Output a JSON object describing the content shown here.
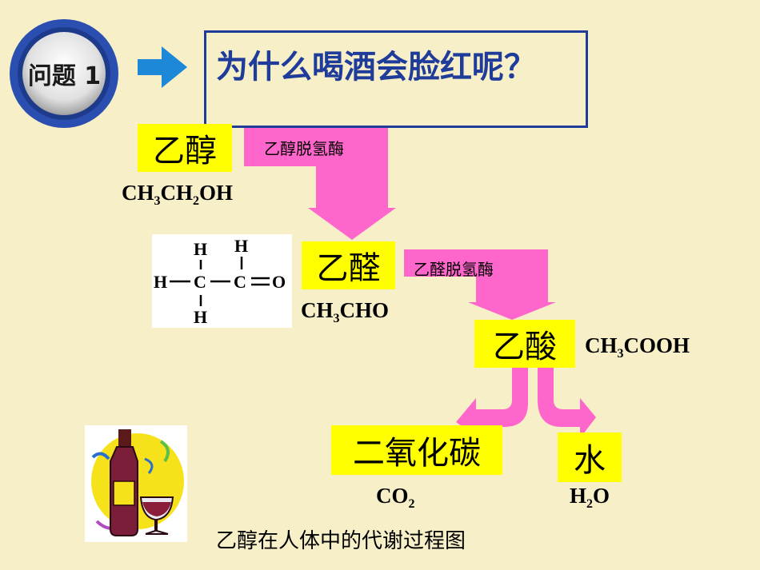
{
  "badge": {
    "label": "问题 1"
  },
  "title": "为什么喝酒会脸红呢？",
  "ethanol": {
    "name": "乙醇",
    "formula_parts": [
      "CH",
      "3",
      "CH",
      "2",
      "OH"
    ]
  },
  "enzyme1": "乙醇脱氢酶",
  "acetaldehyde": {
    "name": "乙醛",
    "formula_parts": [
      "CH",
      "3",
      "CHO"
    ]
  },
  "enzyme2": "乙醛脱氢酶",
  "acetic_acid": {
    "name": "乙酸",
    "formula_parts": [
      "CH",
      "3",
      "COOH"
    ]
  },
  "co2": {
    "name": "二氧化碳",
    "formula_parts": [
      "CO",
      "2"
    ]
  },
  "water": {
    "name": "水",
    "formula_parts": [
      "H",
      "2",
      "O"
    ]
  },
  "structure": {
    "atoms": [
      "H",
      "H",
      "H",
      "C",
      "C",
      "O",
      "H"
    ]
  },
  "caption": "乙醇在人体中的代谢过程图",
  "colors": {
    "highlight": "#FFFF00",
    "arrow": "#FF66CC",
    "title": "#1F3C9A",
    "badge": "#2A4FB0",
    "background": "#F6EFC8"
  }
}
